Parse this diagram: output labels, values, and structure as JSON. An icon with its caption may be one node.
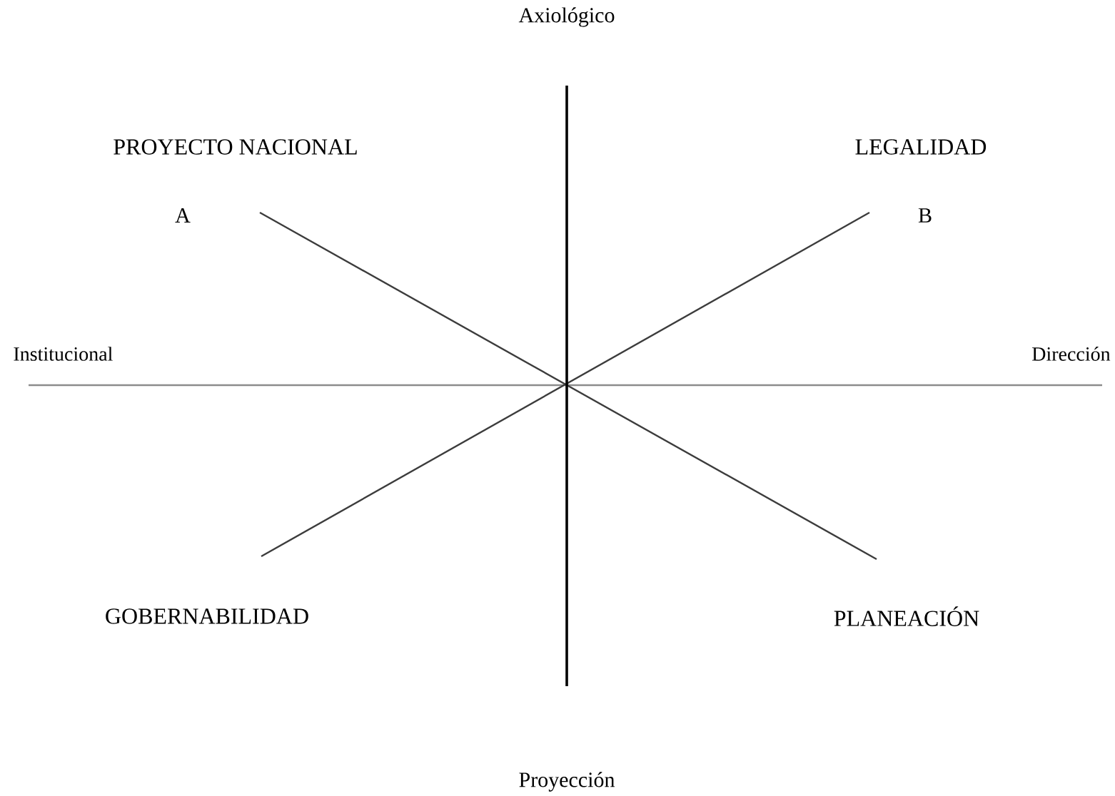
{
  "diagram": {
    "labels": [
      "Axiológico",
      "PROYECTO NACIONAL",
      "LEGALIDAD",
      "A",
      "B",
      "Institucional",
      "Dirección",
      "GOBERNABILIDAD",
      "PLANEACIÓN",
      "Proyección"
    ]
  }
}
